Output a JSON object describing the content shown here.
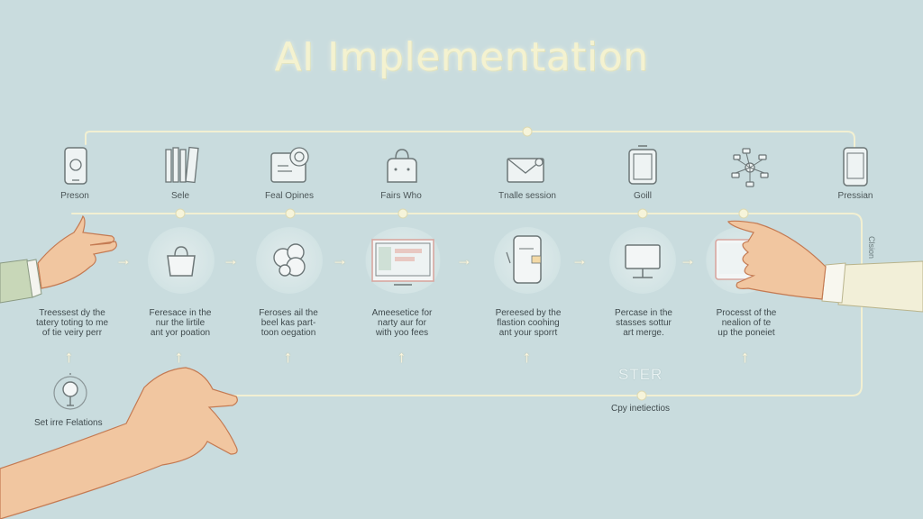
{
  "title": "AI Implementation",
  "top_steps": [
    {
      "label": "Preson",
      "icon": "phone-icon"
    },
    {
      "label": "Sele",
      "icon": "books-icon"
    },
    {
      "label": "Feal Opines",
      "icon": "tablet-target-icon"
    },
    {
      "label": "Fairs Who",
      "icon": "bag-icon"
    },
    {
      "label": "Tnalle session",
      "icon": "mail-icon"
    },
    {
      "label": "Goill",
      "icon": "device-icon"
    },
    {
      "label": "",
      "icon": "network-icon"
    },
    {
      "label": "Pressian",
      "icon": "phone-icon"
    }
  ],
  "mid_steps": [
    {
      "desc": [
        "Treessest dy the",
        "tatery toting to me",
        "of tie veiry perr"
      ],
      "icon": "hand-icon"
    },
    {
      "desc": [
        "Feresace in the",
        "nur the lirtile",
        "ant yor poation"
      ],
      "icon": "bag-icon"
    },
    {
      "desc": [
        "Feroses ail the",
        "beel kas part-",
        "toon oegation"
      ],
      "icon": "brain-icon"
    },
    {
      "desc": [
        "Ameesetice for",
        "narty aur for",
        "with yoo fees"
      ],
      "icon": "monitor-icon"
    },
    {
      "desc": [
        "Pereesed by the",
        "flastion coohing",
        "ant your sporrt"
      ],
      "icon": "phone-icon"
    },
    {
      "desc": [
        "Percase in the",
        "stasses sottur",
        "art merge."
      ],
      "icon": "monitor-stand-icon"
    },
    {
      "desc": [
        "Processt of the",
        "nealion of te",
        "up the poneiet"
      ],
      "icon": "screen-icon"
    }
  ],
  "bottom_left_label": "Set irre Felations",
  "ster_label": "STER",
  "bottom_label": "Cpy inetiectios",
  "side_label": "Clsion",
  "colors": {
    "background": "#c9dcde",
    "line": "#f2f0d2",
    "title": "#f4f2d0"
  }
}
